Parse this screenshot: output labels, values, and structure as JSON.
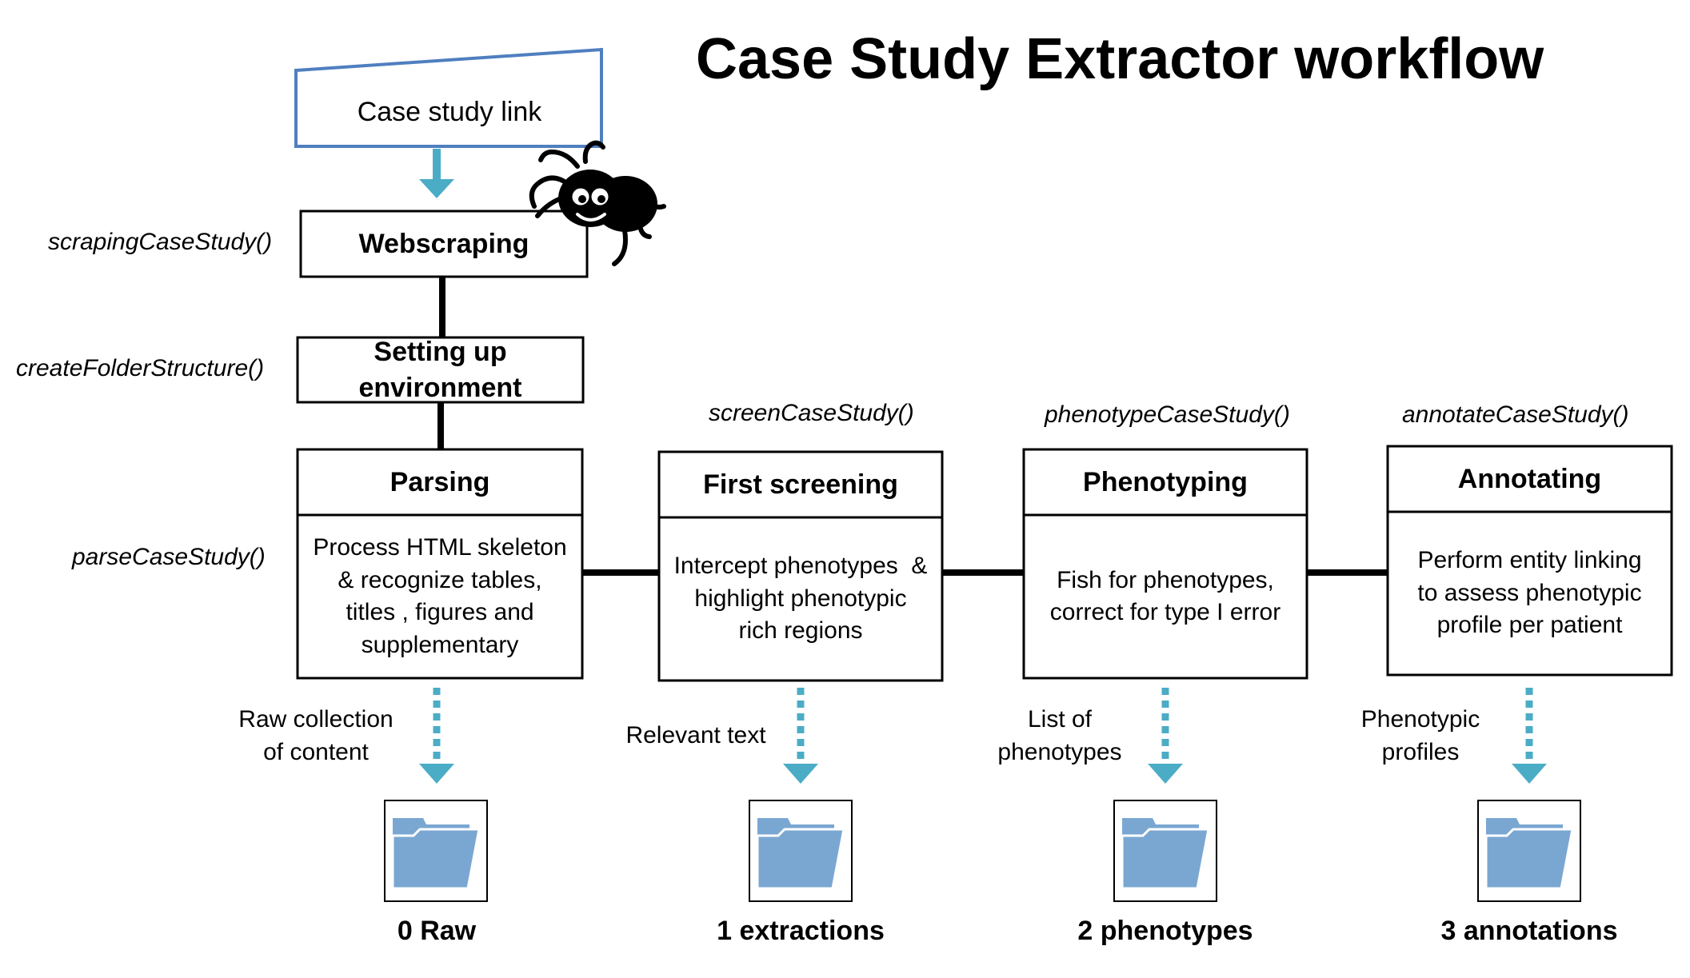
{
  "title": "Case Study Extractor workflow",
  "input": {
    "label": "Case study link"
  },
  "functions": {
    "scraping": "scrapingCaseStudy()",
    "folder": "createFolderStructure()",
    "parse": "parseCaseStudy()",
    "screen": "screenCaseStudy()",
    "phenotype": "phenotypeCaseStudy()",
    "annotate": "annotateCaseStudy()"
  },
  "steps": {
    "webscraping": "Webscraping",
    "setup_line1": "Setting up",
    "setup_line2": "environment"
  },
  "stages": [
    {
      "header": "Parsing",
      "body": [
        "Process HTML skeleton",
        "& recognize tables,",
        "titles , figures and",
        "supplementary"
      ],
      "product": [
        "Raw collection",
        "of content"
      ],
      "folder": "0 Raw"
    },
    {
      "header": "First screening",
      "body": [
        "Intercept phenotypes  &",
        "highlight phenotypic",
        "rich regions"
      ],
      "product": [
        "Relevant text"
      ],
      "folder": "1 extractions"
    },
    {
      "header": "Phenotyping",
      "body": [
        "Fish for phenotypes,",
        "correct for type I error"
      ],
      "product": [
        "List of",
        "phenotypes"
      ],
      "folder": "2 phenotypes"
    },
    {
      "header": "Annotating",
      "body": [
        "Perform entity linking",
        "to assess phenotypic",
        "profile per patient"
      ],
      "product": [
        "Phenotypic",
        "profiles"
      ],
      "folder": "3 annotations"
    }
  ],
  "icons": [
    "spider-icon",
    "folder-icon"
  ],
  "colors": {
    "input_border": "#4f7fbf",
    "arrow": "#4bacc6",
    "folder": "#7aa7d2"
  }
}
